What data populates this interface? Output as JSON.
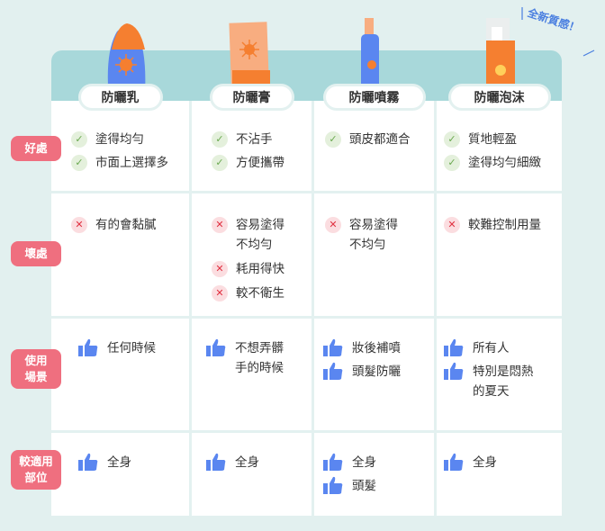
{
  "tagline": "全新質感！",
  "columns": [
    {
      "name": "防曬乳"
    },
    {
      "name": "防曬膏"
    },
    {
      "name": "防曬噴霧"
    },
    {
      "name": "防曬泡沫"
    }
  ],
  "rows": [
    {
      "label": "好處",
      "icon": "check",
      "cells": [
        [
          "塗得均勻",
          "市面上選擇多"
        ],
        [
          "不沾手",
          "方便攜帶"
        ],
        [
          "頭皮都適合"
        ],
        [
          "質地輕盈",
          "塗得均勻細緻"
        ]
      ]
    },
    {
      "label": "壞處",
      "icon": "cross",
      "cells": [
        [
          "有的會黏膩"
        ],
        [
          "容易塗得\n不均勻",
          "耗用得快",
          "較不衛生"
        ],
        [
          "容易塗得\n不均勻"
        ],
        [
          "較難控制用量"
        ]
      ]
    },
    {
      "label": "使用\n場景",
      "icon": "thumb",
      "cells": [
        [
          "任何時候"
        ],
        [
          "不想弄髒\n手的時候"
        ],
        [
          "妝後補噴",
          "頭髮防曬"
        ],
        [
          "所有人",
          "特別是悶熱\n的夏天"
        ]
      ]
    },
    {
      "label": "較適用\n部位",
      "icon": "thumb",
      "cells": [
        [
          "全身"
        ],
        [
          "全身"
        ],
        [
          "全身",
          "頭髮"
        ],
        [
          "全身"
        ]
      ]
    }
  ],
  "colors": {
    "teal": "#a8d8da",
    "pink": "#ef6f7f",
    "blue": "#5a86f0",
    "orange": "#f57f30"
  }
}
